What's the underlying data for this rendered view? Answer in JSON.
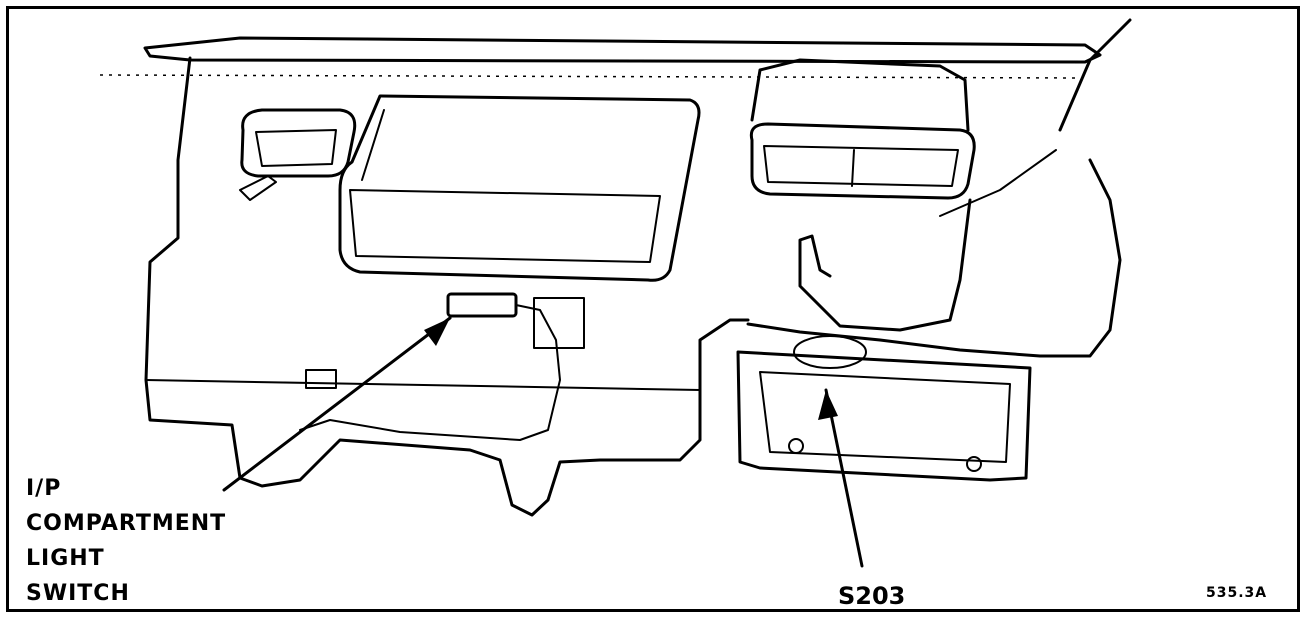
{
  "figure_number": "535.3A",
  "callouts": {
    "compartment_light_switch": [
      "I/P",
      "COMPARTMENT",
      "LIGHT",
      "SWITCH"
    ],
    "splice": "S203"
  },
  "colors": {
    "ink": "#000000",
    "paper": "#ffffff"
  }
}
